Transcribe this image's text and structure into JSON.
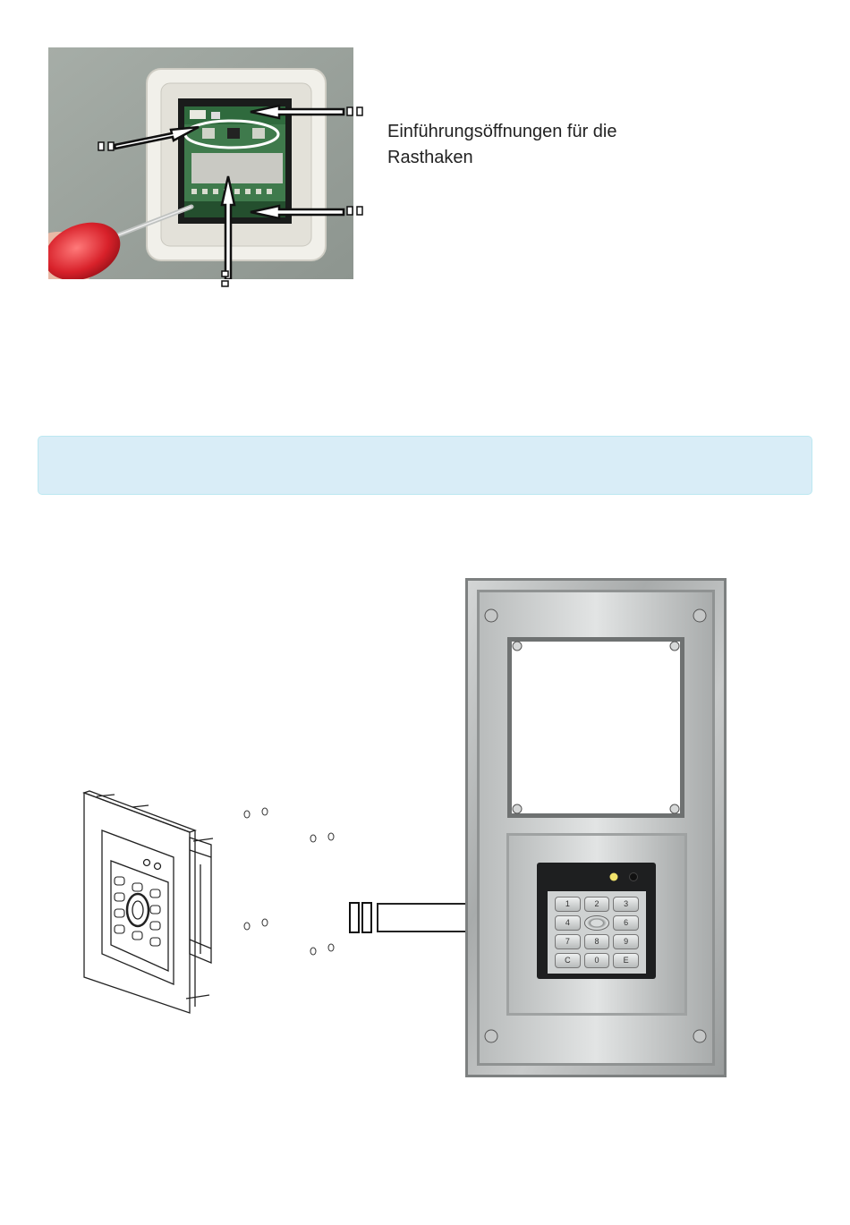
{
  "caption": {
    "line1": "Einführungsöffnungen für die",
    "line2": "Rasthaken"
  },
  "colors": {
    "info_background": "#d9edf7",
    "info_border": "#bce8f1",
    "screwdriver": "#d8212a",
    "frame": "#e9e8e2"
  },
  "icons": {
    "callout_marker": "open-rectangle-pair",
    "mount_arrow": "block-arrow-right"
  },
  "keypad": {
    "keys": [
      "1",
      "2",
      "3",
      "4",
      "",
      "6",
      "7",
      "8",
      "9",
      "C",
      "0",
      "E"
    ]
  }
}
